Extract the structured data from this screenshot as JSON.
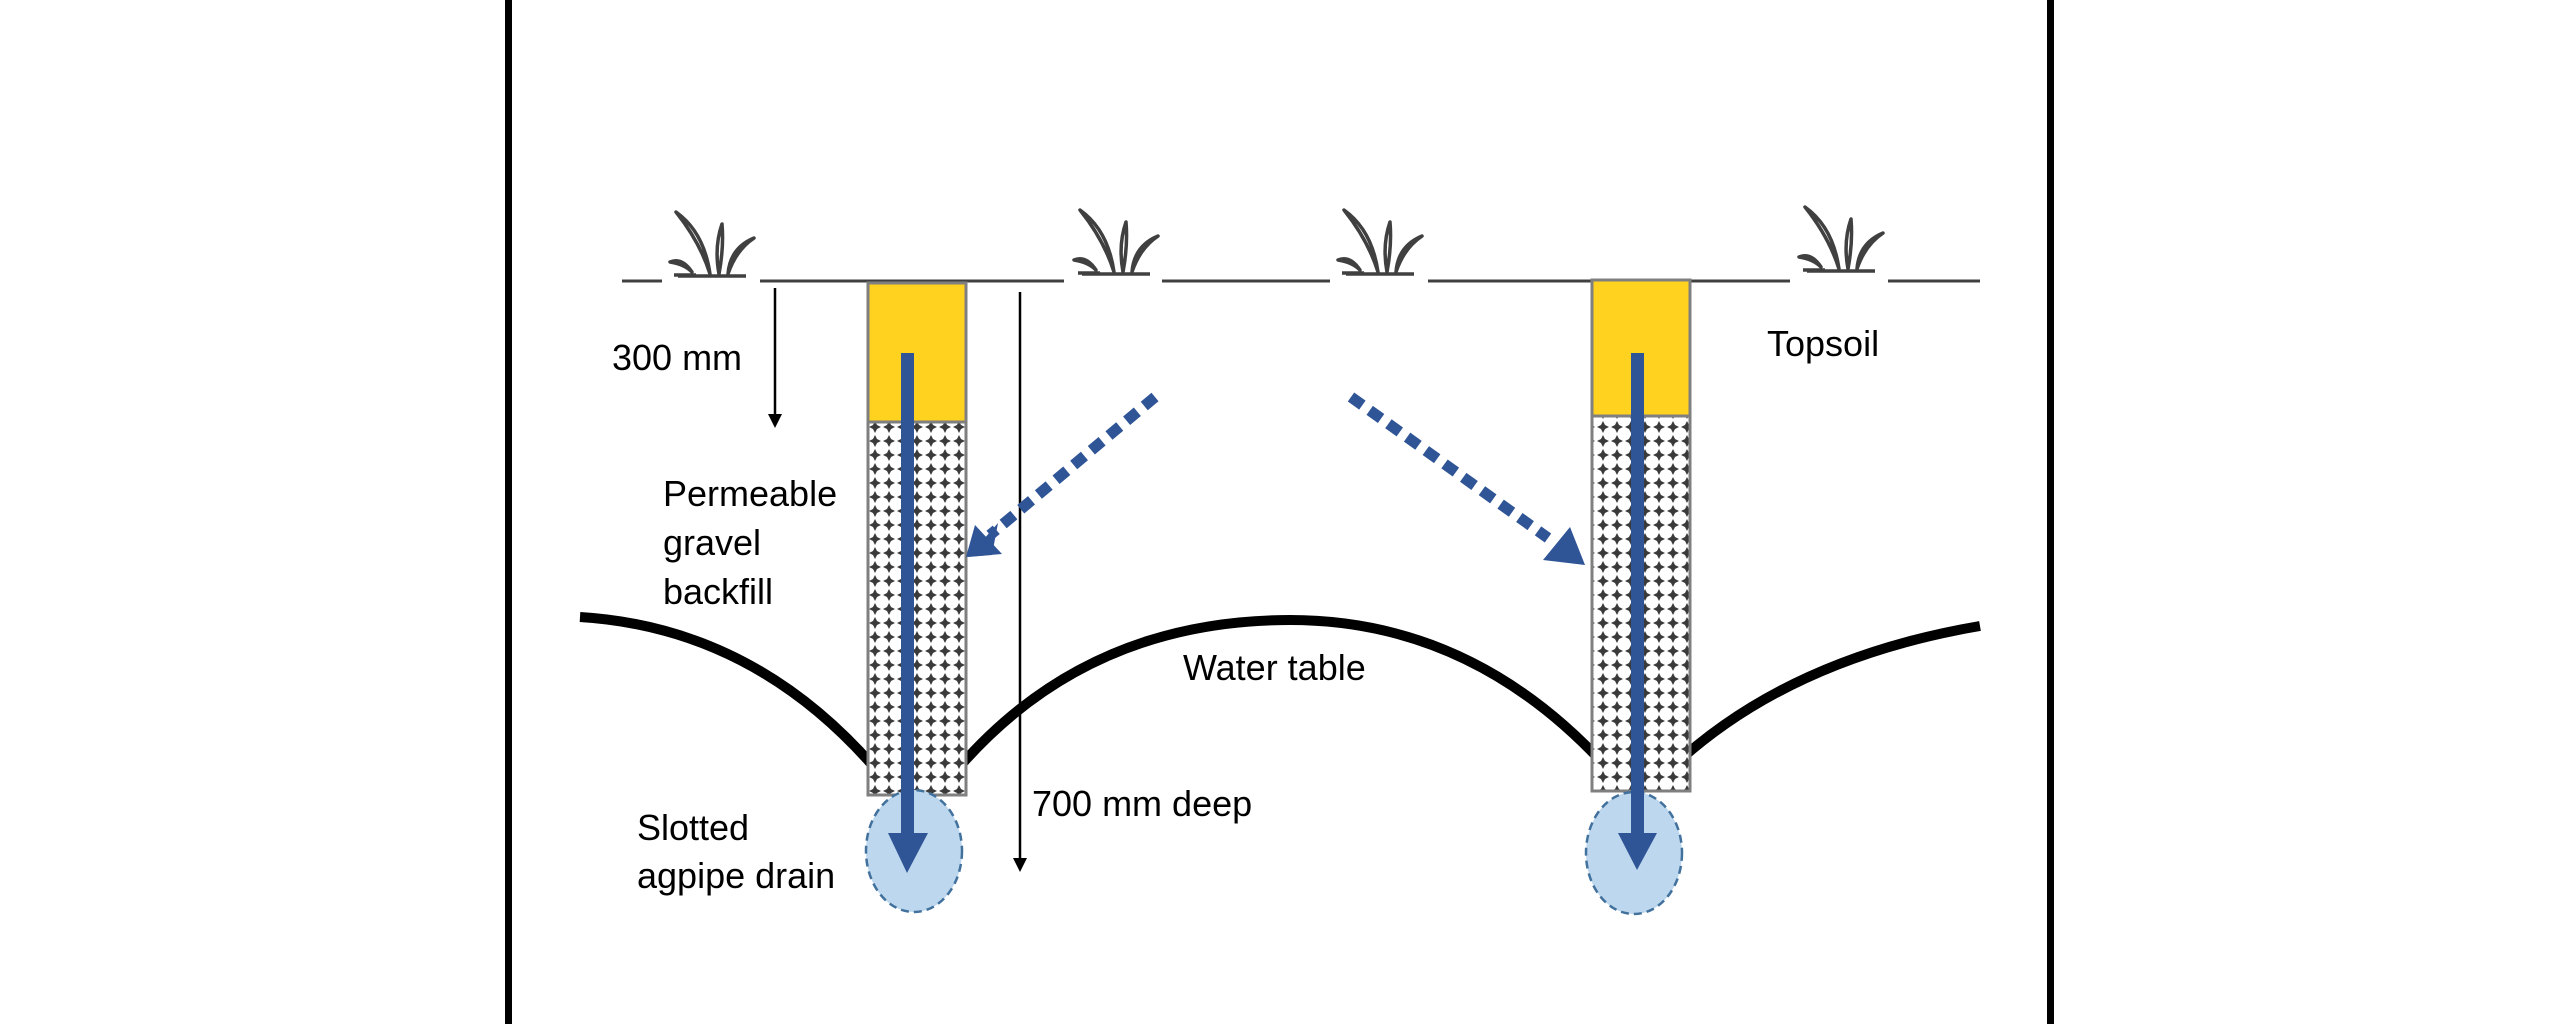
{
  "diagram": {
    "title": "Subsurface agpipe drainage cross-section",
    "labels": {
      "topsoil_depth": "300 mm",
      "topsoil": "Topsoil",
      "gravel_line1": "Permeable",
      "gravel_line2": "gravel",
      "gravel_line3": "backfill",
      "water_table": "Water table",
      "drain_line1": "Slotted",
      "drain_line2": "agpipe drain",
      "trench_depth": "700 mm deep"
    },
    "dimensions": {
      "topsoil_depth_mm": 300,
      "trench_depth_mm": 700
    },
    "trenches": [
      {
        "name": "left-trench"
      },
      {
        "name": "right-trench"
      }
    ],
    "grass_tufts": 4,
    "colors": {
      "topsoil": "#FFD21F",
      "gravel_dot": "#3a3a3a",
      "flow_arrow": "#2F5597",
      "drain_fill": "#BDD7EE",
      "drain_outline": "#41719C",
      "water_table": "#000000",
      "ground_line": "#404040",
      "frame": "#000000"
    }
  }
}
